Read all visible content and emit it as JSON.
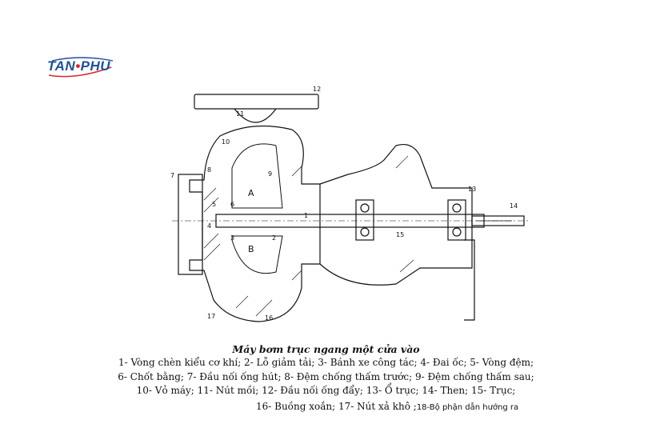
{
  "logo": {
    "brand_left": "TAN",
    "brand_dot": "•",
    "brand_right": "PHU"
  },
  "diagram": {
    "labels": [
      "1",
      "2",
      "3",
      "4",
      "5",
      "6",
      "7",
      "8",
      "9",
      "10",
      "11",
      "12",
      "13",
      "14",
      "15",
      "16",
      "17"
    ],
    "chamber_labels": [
      "A",
      "B"
    ]
  },
  "caption": {
    "title": "Máy bơm trục ngang một cửa vào",
    "line1": "1- Vòng chèn kiểu cơ khí;  2- Lỗ giảm tải;  3- Bánh xe công tác;  4- Đai ốc;  5- Vòng đệm;",
    "line2": "6- Chốt bằng; 7- Đầu nối ống hút;  8- Đệm chống thấm trước;  9- Đệm chống thấm sau;",
    "line3": "10- Vỏ máy;  11- Nút mồi; 12- Đầu nối ống đẩy;  13- Ổ trục;  14- Then;  15- Trục;",
    "line4": "16- Buồng xoắn;  17- Nút xả khô ;",
    "extra": "18-Bộ phận dẫn hướng ra"
  },
  "colors": {
    "logo_blue": "#1f4fa0",
    "logo_red": "#d9262c",
    "ink": "#111111"
  }
}
